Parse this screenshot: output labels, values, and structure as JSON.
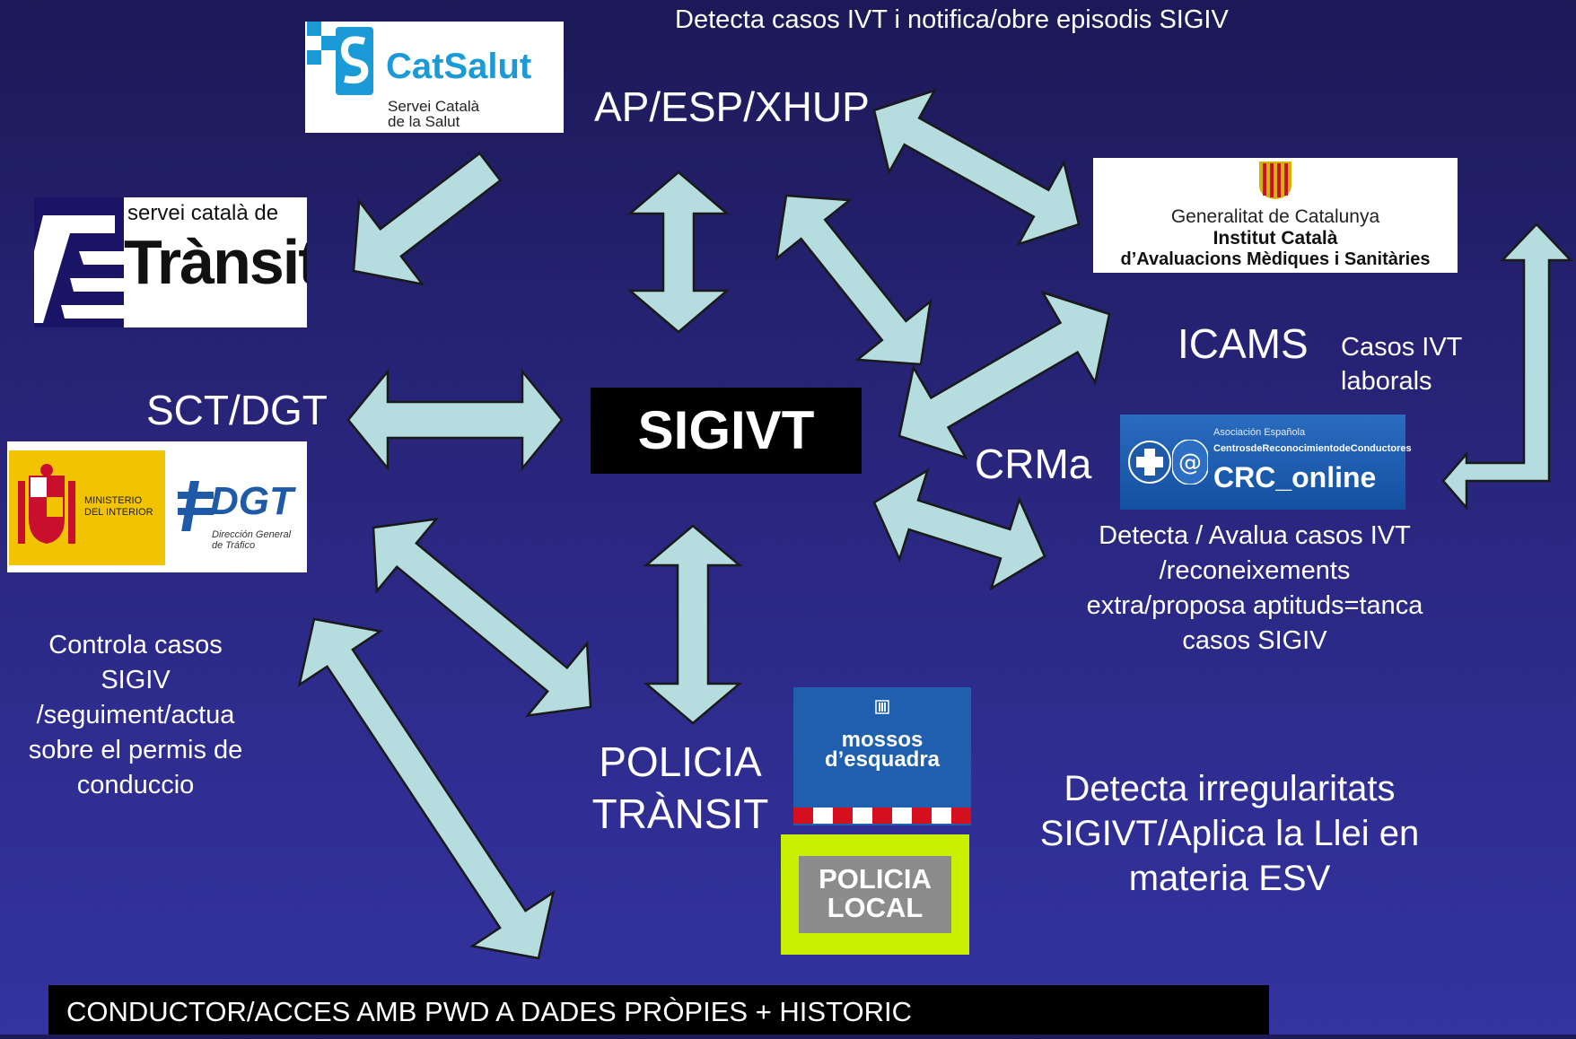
{
  "top_note": "Detecta casos IVT i notifica/obre  episodis SIGIV",
  "nodes": {
    "ap": "AP/ESP/XHUP",
    "sct": "SCT/DGT",
    "center": "SIGIVT",
    "icams": "ICAMS",
    "crma": "CRMa",
    "policia_line1": "POLICIA",
    "policia_line2": "TRÀNSIT"
  },
  "notes": {
    "icams_line1": "Casos IVT",
    "icams_line2": "laborals",
    "crma_line1": "Detecta /  Avalua  casos IVT",
    "crma_line2": "/reconeixements",
    "crma_line3": "extra/proposa aptituds=tanca",
    "crma_line4": "casos SIGIV",
    "sct_line1": "Controla casos",
    "sct_line2": "SIGIV",
    "sct_line3": "/seguiment/actua",
    "sct_line4": "sobre el permis de",
    "sct_line5": "conduccio",
    "police_line1": "Detecta irregularitats",
    "police_line2": "SIGIVT/Aplica la Llei en",
    "police_line3": "materia ESV"
  },
  "bottom_bar": "CONDUCTOR/ACCES  AMB PWD  A  DADES PRÒPIES +  HISTORIC",
  "logos": {
    "catsalut_name": "CatSalut",
    "catsalut_sub1": "Servei Català",
    "catsalut_sub2": "de la Salut",
    "transit_sub": "servei català de",
    "transit_name": "Trànsit",
    "gencat_line1": "Generalitat de Catalunya",
    "gencat_line2": "Institut Català",
    "gencat_line3": "d’Avaluacions Mèdiques i Sanitàries",
    "dgt_ministry1": "MINISTERIO",
    "dgt_ministry2": "DEL INTERIOR",
    "dgt_name": "DGT",
    "dgt_sub1": "Dirección General",
    "dgt_sub2": "de Tráfico",
    "crc_top1": "Asociación Española",
    "crc_top2": "CentrosdeReconocimientodeConductores",
    "crc_name": "CRC_online",
    "mossos_line1": "mossos",
    "mossos_line2": "d’esquadra",
    "policia_local_1": "POLICIA",
    "policia_local_2": "LOCAL"
  },
  "colors": {
    "arrow_fill": "#b5dde0",
    "arrow_stroke": "#1a1a1a",
    "background": "#2a2880",
    "center_box": "#000000",
    "mossos_blue": "#1f5fae",
    "policia_local_green": "#c8f000"
  }
}
